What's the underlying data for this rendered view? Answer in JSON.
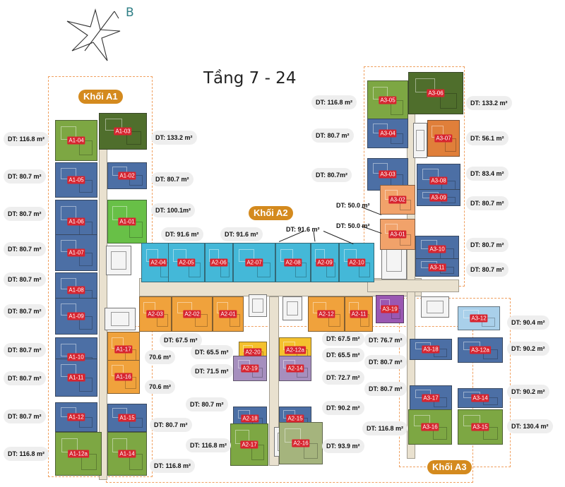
{
  "title": "Tầng 7 - 24",
  "compass": {
    "letter": "B"
  },
  "colors": {
    "green": "#7da743",
    "dark-green": "#4f6e2c",
    "blue": "#4c6fa5",
    "cyan": "#44b8d8",
    "orange": "#f0a23c",
    "yellow": "#f4c12e",
    "purple": "#a68fbe",
    "violet": "#9a58b2",
    "salmon": "#f1a26a",
    "light-green": "#68c047",
    "pale-green": "#a5b47d",
    "light-blue": "#a9d0ea",
    "rust": "#e07f3a"
  },
  "blocks": [
    {
      "label": "Khối A1"
    },
    {
      "label": "Khối A2"
    },
    {
      "label": "Khối A3"
    }
  ],
  "units": [
    {
      "code": "A1-04",
      "color": "green"
    },
    {
      "code": "A1-03",
      "color": "dark-green"
    },
    {
      "code": "A1-05",
      "color": "blue"
    },
    {
      "code": "A1-02",
      "color": "blue"
    },
    {
      "code": "A1-06",
      "color": "blue"
    },
    {
      "code": "A1-01",
      "color": "light-green"
    },
    {
      "code": "A1-07",
      "color": "blue"
    },
    {
      "code": "A1-08",
      "color": "blue"
    },
    {
      "code": "A1-09",
      "color": "blue"
    },
    {
      "code": "A1-10",
      "color": "blue"
    },
    {
      "code": "A1-17",
      "color": "orange"
    },
    {
      "code": "A1-11",
      "color": "blue"
    },
    {
      "code": "A1-16",
      "color": "orange"
    },
    {
      "code": "A1-12",
      "color": "blue"
    },
    {
      "code": "A1-15",
      "color": "blue"
    },
    {
      "code": "A1-12a",
      "color": "green"
    },
    {
      "code": "A1-14",
      "color": "green"
    },
    {
      "code": "A2-04",
      "color": "cyan"
    },
    {
      "code": "A2-05",
      "color": "cyan"
    },
    {
      "code": "A2-06",
      "color": "cyan"
    },
    {
      "code": "A2-07",
      "color": "cyan"
    },
    {
      "code": "A2-08",
      "color": "cyan"
    },
    {
      "code": "A2-09",
      "color": "cyan"
    },
    {
      "code": "A2-10",
      "color": "cyan"
    },
    {
      "code": "A2-03",
      "color": "orange"
    },
    {
      "code": "A2-02",
      "color": "orange"
    },
    {
      "code": "A2-01",
      "color": "orange"
    },
    {
      "code": "A2-12",
      "color": "orange"
    },
    {
      "code": "A2-11",
      "color": "orange"
    },
    {
      "code": "A2-20",
      "color": "yellow"
    },
    {
      "code": "A2-12a",
      "color": "yellow"
    },
    {
      "code": "A2-19",
      "color": "purple"
    },
    {
      "code": "A2-14",
      "color": "purple"
    },
    {
      "code": "A2-18",
      "color": "blue"
    },
    {
      "code": "A2-15",
      "color": "blue"
    },
    {
      "code": "A2-17",
      "color": "green"
    },
    {
      "code": "A2-16",
      "color": "pale-green"
    },
    {
      "code": "A3-05",
      "color": "green"
    },
    {
      "code": "A3-06",
      "color": "dark-green"
    },
    {
      "code": "A3-04",
      "color": "blue"
    },
    {
      "code": "A3-07",
      "color": "rust"
    },
    {
      "code": "A3-03",
      "color": "blue"
    },
    {
      "code": "A3-08",
      "color": "blue"
    },
    {
      "code": "A3-02",
      "color": "salmon"
    },
    {
      "code": "A3-09",
      "color": "blue"
    },
    {
      "code": "A3-01",
      "color": "salmon"
    },
    {
      "code": "A3-10",
      "color": "blue"
    },
    {
      "code": "A3-11",
      "color": "blue"
    },
    {
      "code": "A3-19",
      "color": "violet"
    },
    {
      "code": "A3-12",
      "color": "light-blue"
    },
    {
      "code": "A3-18",
      "color": "blue"
    },
    {
      "code": "A3-12a",
      "color": "blue"
    },
    {
      "code": "A3-17",
      "color": "blue"
    },
    {
      "code": "A3-14",
      "color": "blue"
    },
    {
      "code": "A3-16",
      "color": "green"
    },
    {
      "code": "A3-15",
      "color": "green"
    }
  ],
  "area_tags": [
    "DT: 116.8 m²",
    "DT: 80.7 m²",
    "DT: 80.7 m²",
    "DT: 80.7 m²",
    "DT: 80.7 m²",
    "DT: 80.7 m²",
    "DT: 80.7 m²",
    "DT: 80.7 m²",
    "DT: 80.7 m²",
    "DT: 116.8 m²",
    "DT: 133.2 m²",
    "DT: 80.7 m²",
    "DT: 100.1m²",
    "70.6 m²",
    "70.6 m²",
    "DT: 80.7 m²",
    "DT: 116.8 m²",
    "DT: 91.6 m²",
    "DT: 91.6 m²",
    "DT: 91.6 m²",
    "DT: 67.5 m²",
    "DT: 65.5 m²",
    "DT: 71.5 m²",
    "DT: 80.7 m²",
    "DT: 116.8 m²",
    "DT: 67.5 m²",
    "DT: 65.5 m²",
    "DT: 72.7 m²",
    "DT: 90.2 m²",
    "DT: 93.9 m²",
    "DT: 50.0 m²",
    "DT: 50.0 m²",
    "DT: 116.8 m²",
    "DT: 80.7 m²",
    "DT: 80.7m²",
    "DT: 133.2 m²",
    "DT: 56.1 m²",
    "DT: 83.4 m²",
    "DT: 80.7 m²",
    "DT: 80.7 m²",
    "DT: 80.7 m²",
    "DT: 76.7 m²",
    "DT: 80.7 m²",
    "DT: 80.7 m²",
    "DT: 116.8 m²",
    "DT: 90.4 m²",
    "DT: 90.2 m²",
    "DT: 90.2 m²",
    "DT: 130.4 m²"
  ]
}
